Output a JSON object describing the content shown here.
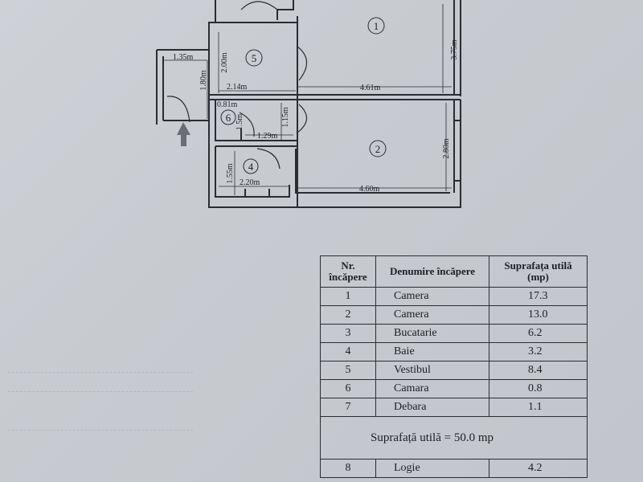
{
  "plan": {
    "rooms": [
      {
        "number": "1"
      },
      {
        "number": "2"
      },
      {
        "number": "4"
      },
      {
        "number": "5"
      },
      {
        "number": "6"
      }
    ],
    "dims": {
      "r1_width": "4.61m",
      "r1_height": "3.75m",
      "r2_width": "4.60m",
      "r2_height": "2.80m",
      "r4_width": "2.20m",
      "r4_height": "1.55m",
      "r5_width": "2.14m",
      "r5_height": "2.00m",
      "entry_width": "1.35m",
      "entry_height": "1.80m",
      "r6_width": "0.81m",
      "r6_height": "1.5m",
      "hall_width": "1.29m",
      "hall_height": "1.15m"
    }
  },
  "table": {
    "headers": [
      "Nr. încăpere",
      "Denumire încăpere",
      "Suprafața utilă (mp)"
    ],
    "rows": [
      {
        "nr": "1",
        "name": "Camera",
        "area": "17.3"
      },
      {
        "nr": "2",
        "name": "Camera",
        "area": "13.0"
      },
      {
        "nr": "3",
        "name": "Bucatarie",
        "area": "6.2"
      },
      {
        "nr": "4",
        "name": "Baie",
        "area": "3.2"
      },
      {
        "nr": "5",
        "name": "Vestibul",
        "area": "8.4"
      },
      {
        "nr": "6",
        "name": "Camara",
        "area": "0.8"
      },
      {
        "nr": "7",
        "name": "Debara",
        "area": "1.1"
      }
    ],
    "total": "Suprafață utilă =  50.0 mp",
    "extra_rows": [
      {
        "nr": "8",
        "name": "Logie",
        "area": "4.2"
      }
    ]
  }
}
